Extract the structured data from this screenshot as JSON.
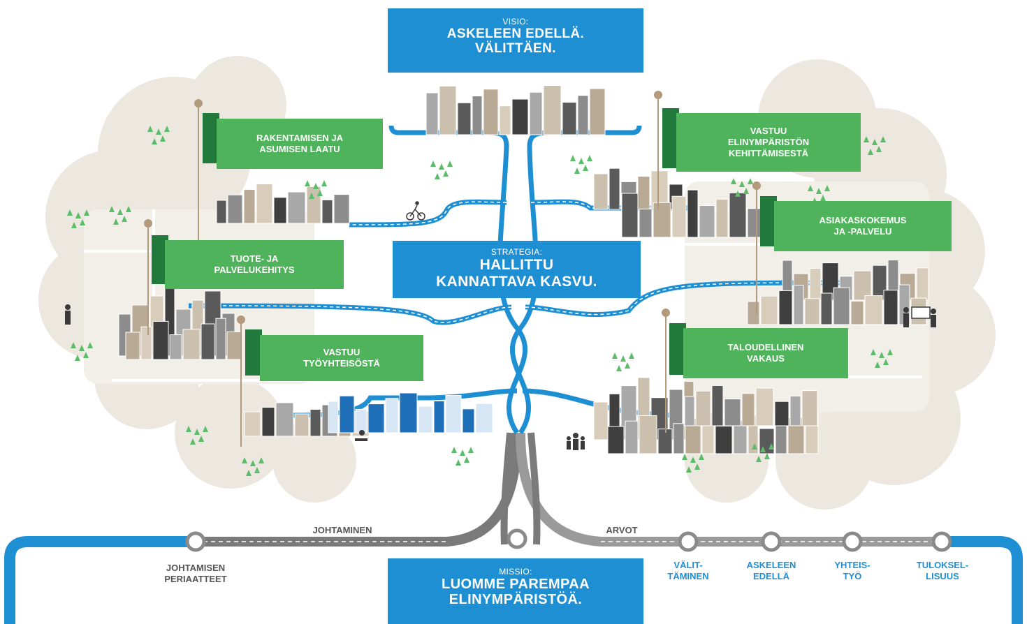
{
  "vision": {
    "label": "VISIO:",
    "text": "ASKELEEN EDELLÄ.\nVÄLITTÄEN."
  },
  "strategy": {
    "label": "STRATEGIA:",
    "text": "HALLITTU\nKANNATTAVA KASVU."
  },
  "mission": {
    "label": "MISSIO:",
    "text": "LUOMME PAREMPAA\nELINYMPÄRISTÖÄ."
  },
  "goals": [
    {
      "text": "RAKENTAMISEN JA\nASUMISEN LAATU"
    },
    {
      "text": "TUOTE- JA\nPALVELUKEHITYS"
    },
    {
      "text": "VASTUU\nTYÖYHTEISÖSTÄ"
    },
    {
      "text": "VASTUU\nELINYMPÄRISTÖN\nKEHITTÄMISESTÄ"
    },
    {
      "text": "ASIAKASKOKEMUS\nJA -PALVELU"
    },
    {
      "text": "TALOUDELLINEN\nVAKAUS"
    }
  ],
  "roots": {
    "left": "JOHTAMINEN",
    "right": "ARVOT"
  },
  "leadership_principles": "JOHTAMISEN\nPERIAATTEET",
  "values": [
    "VÄLIT-\nTÄMINEN",
    "ASKELEEN\nEDELLÄ",
    "YHTEIS-\nTYÖ",
    "TULOKSEL-\nLISUUS"
  ],
  "colors": {
    "blue": "#1f8fd4",
    "green": "#4fb35b",
    "dark_green": "#217a3c",
    "road_gray": "#7a7a7a",
    "cloud": "#ece7df",
    "tree": "#5bbd6a"
  }
}
